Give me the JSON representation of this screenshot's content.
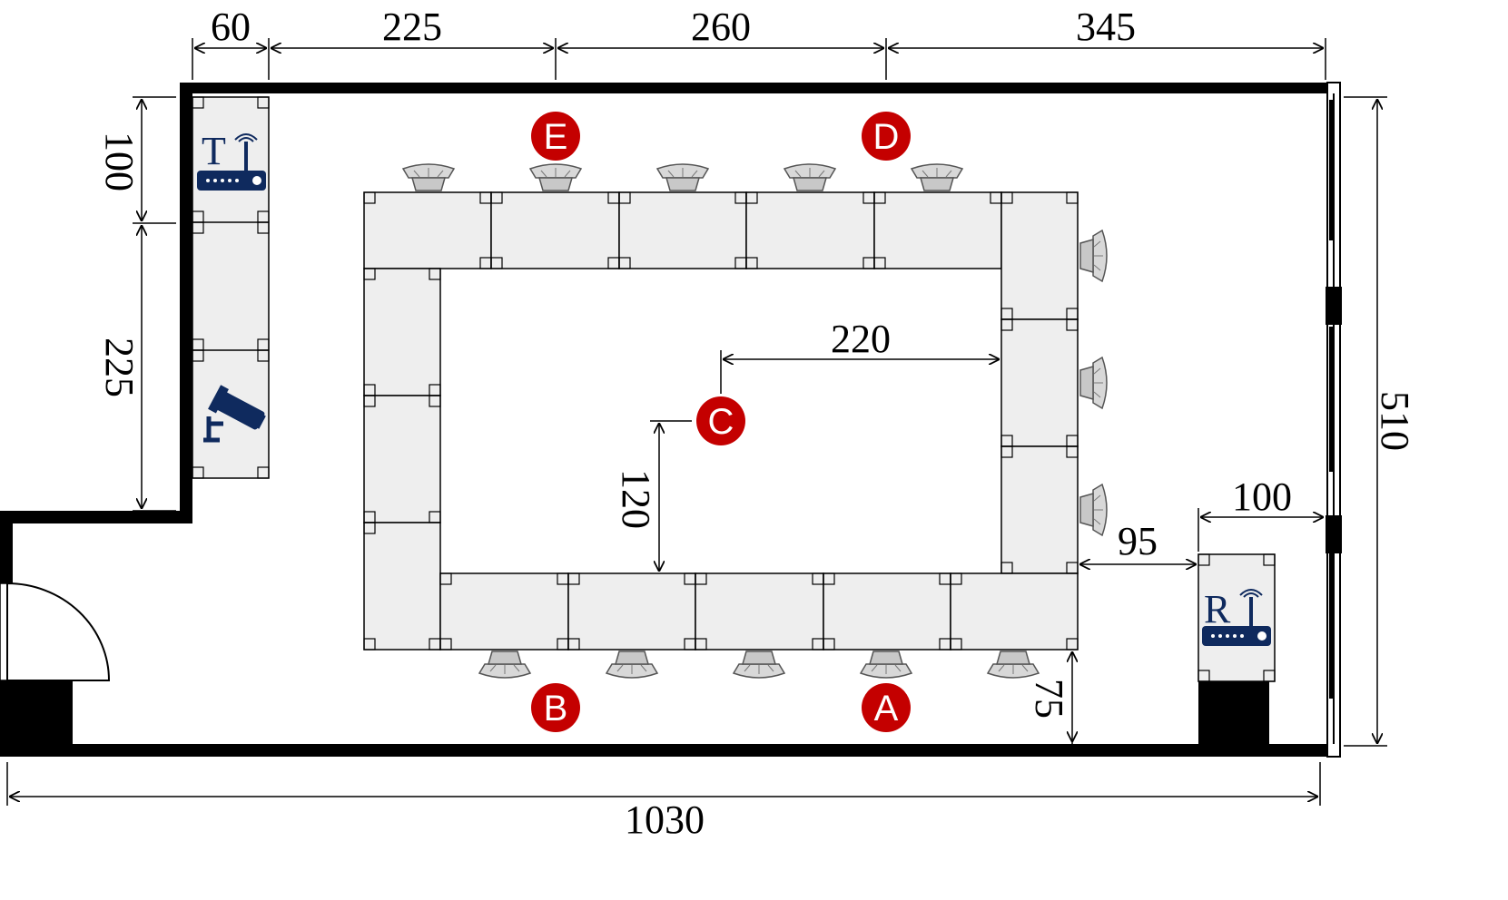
{
  "dimensions": {
    "top_60": "60",
    "top_225": "225",
    "top_260": "260",
    "top_345": "345",
    "left_100": "100",
    "left_225": "225",
    "right_510": "510",
    "bottom_1030": "1030",
    "inner_220": "220",
    "inner_120": "120",
    "gap_95": "95",
    "gap_75": "75",
    "r_100": "100"
  },
  "markers": {
    "A": "A",
    "B": "B",
    "C": "C",
    "D": "D",
    "E": "E"
  },
  "devices": {
    "transmitter_label": "T",
    "receiver_label": "R"
  },
  "icons": {
    "router": "router-icon",
    "camera": "security-camera-icon",
    "chair": "chair-icon",
    "door": "door-icon"
  },
  "colors": {
    "marker": "#c40000",
    "device": "#0f2a5e",
    "table_fill": "#eeeeee",
    "wall": "#000000"
  }
}
